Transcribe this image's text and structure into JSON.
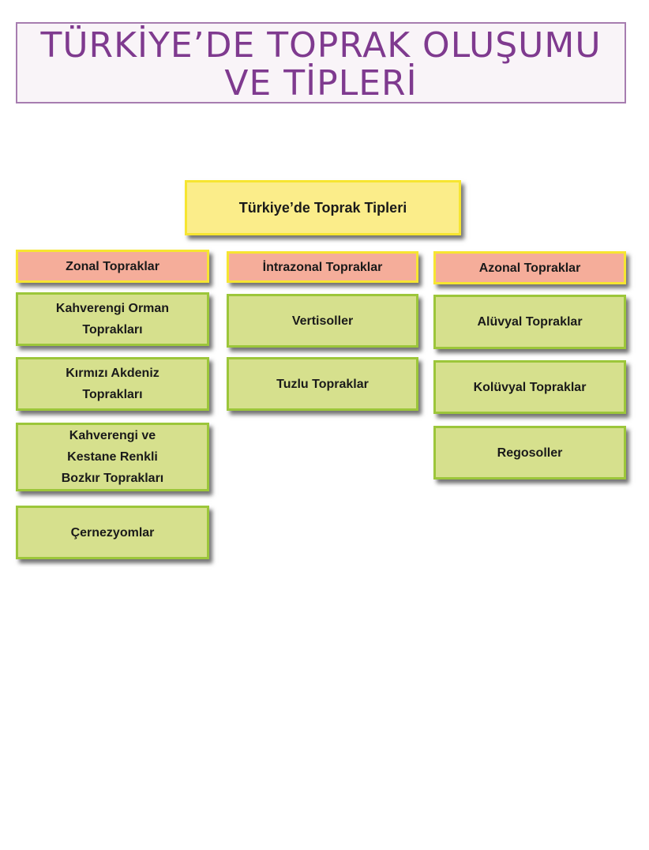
{
  "title": "TÜRKİYE’DE TOPRAK OLUŞUMU VE TİPLERİ",
  "root": "Türkiye’de Toprak Tipleri",
  "columns": [
    {
      "header": "Zonal Topraklar",
      "items": [
        "Kahverengi Orman Toprakları",
        "Kırmızı Akdeniz Toprakları",
        "Kahverengi ve Kestane Renkli Bozkır Toprakları",
        "Çernezyomlar"
      ]
    },
    {
      "header": "İntrazonal Topraklar",
      "items": [
        "Vertisoller",
        "Tuzlu Topraklar"
      ]
    },
    {
      "header": "Azonal Topraklar",
      "items": [
        "Alüvyal Topraklar",
        "Kolüvyal Topraklar",
        "Regosoller"
      ]
    }
  ]
}
